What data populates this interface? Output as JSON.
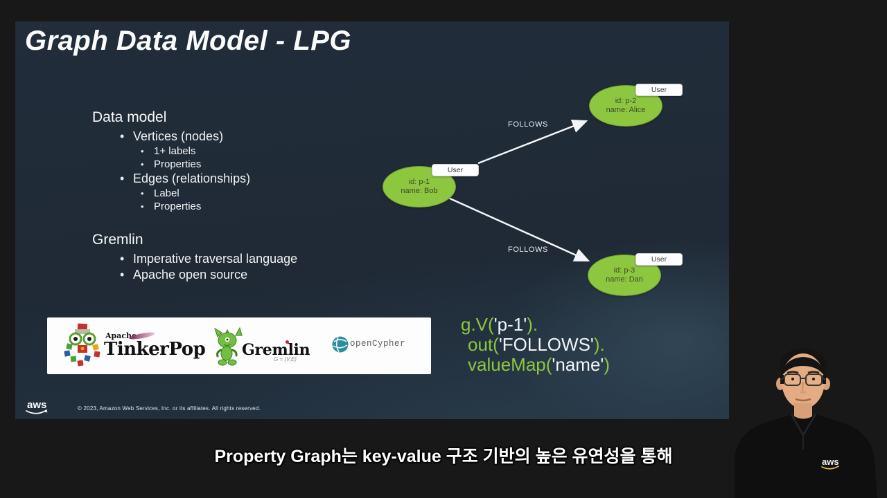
{
  "slide": {
    "title": "Graph Data Model - LPG",
    "data_model": {
      "heading": "Data model",
      "items": [
        "Vertices (nodes)",
        "1+ labels",
        "Properties",
        "Edges (relationships)",
        "Label",
        "Properties"
      ]
    },
    "gremlin": {
      "heading": "Gremlin",
      "items": [
        "Imperative traversal language",
        "Apache open source"
      ]
    }
  },
  "diagram": {
    "nodes": [
      {
        "label": "User",
        "id": "id: p-1",
        "name": "name: Bob"
      },
      {
        "label": "User",
        "id": "id: p-2",
        "name": "name: Alice"
      },
      {
        "label": "User",
        "id": "id: p-3",
        "name": "name: Dan"
      }
    ],
    "edges": [
      {
        "label": "FOLLOWS"
      },
      {
        "label": "FOLLOWS"
      }
    ]
  },
  "logos": {
    "tinkerpop": {
      "apache": "Apache",
      "name": "TinkerPop"
    },
    "gremlin": {
      "name": "Gremlin",
      "formula": "G = (V,E)"
    },
    "opencypher": {
      "name": "openCypher"
    }
  },
  "code": {
    "lines": [
      [
        "g.V(",
        "'p-1'",
        ")."
      ],
      [
        "out(",
        "'FOLLOWS'",
        ")."
      ],
      [
        "valueMap(",
        "'name'",
        ")"
      ]
    ]
  },
  "footer": {
    "logo_text": "aws",
    "copyright": "© 2023, Amazon Web Services, Inc. or its affiliates. All rights reserved."
  },
  "subtitle": {
    "text": "Property Graph는 key-value 구조 기반의 높은 유연성을 통해"
  },
  "presenter": {
    "shirt_logo_text": "aws"
  },
  "colors": {
    "node_green": "#8dc63f",
    "code_green": "#8dc63f",
    "code_string": "#f2f5f7",
    "slide_bg": "#212d3a",
    "tinkerpop_swoosh": "#8c2f63",
    "gremlin_green": "#72bf44",
    "opencypher_teal": "#2b8e9b"
  }
}
